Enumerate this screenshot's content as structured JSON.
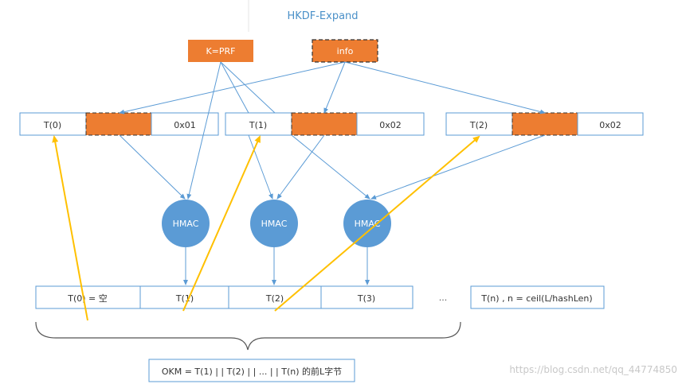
{
  "diagram": {
    "title": "HKDF-Expand",
    "prf_label": "K=PRF",
    "info_label": "info",
    "inputs": [
      {
        "t": "T(0)",
        "counter": "0x01"
      },
      {
        "t": "T(1)",
        "counter": "0x02"
      },
      {
        "t": "T(2)",
        "counter": "0x02"
      }
    ],
    "hmac_label": "HMAC",
    "outputs": [
      "T(0) = 空",
      "T(1)",
      "T(2)",
      "T(3)"
    ],
    "ellipsis": "...",
    "tn_label": "T(n) , n = ceil(L/hashLen)",
    "okm_label": "OKM = T(1) | | T(2) | | ... | | T(n) 的前L字节",
    "watermark": "https://blog.csdn.net/qq_44774850",
    "colors": {
      "box_border": "#5b9bd5",
      "box_fill": "#ffffff",
      "orange": "#ed7d31",
      "hmac": "#5b9bd5",
      "arrow": "#5b9bd5",
      "yellow": "#ffc000",
      "title": "#4a90c8",
      "text": "#333333"
    }
  }
}
